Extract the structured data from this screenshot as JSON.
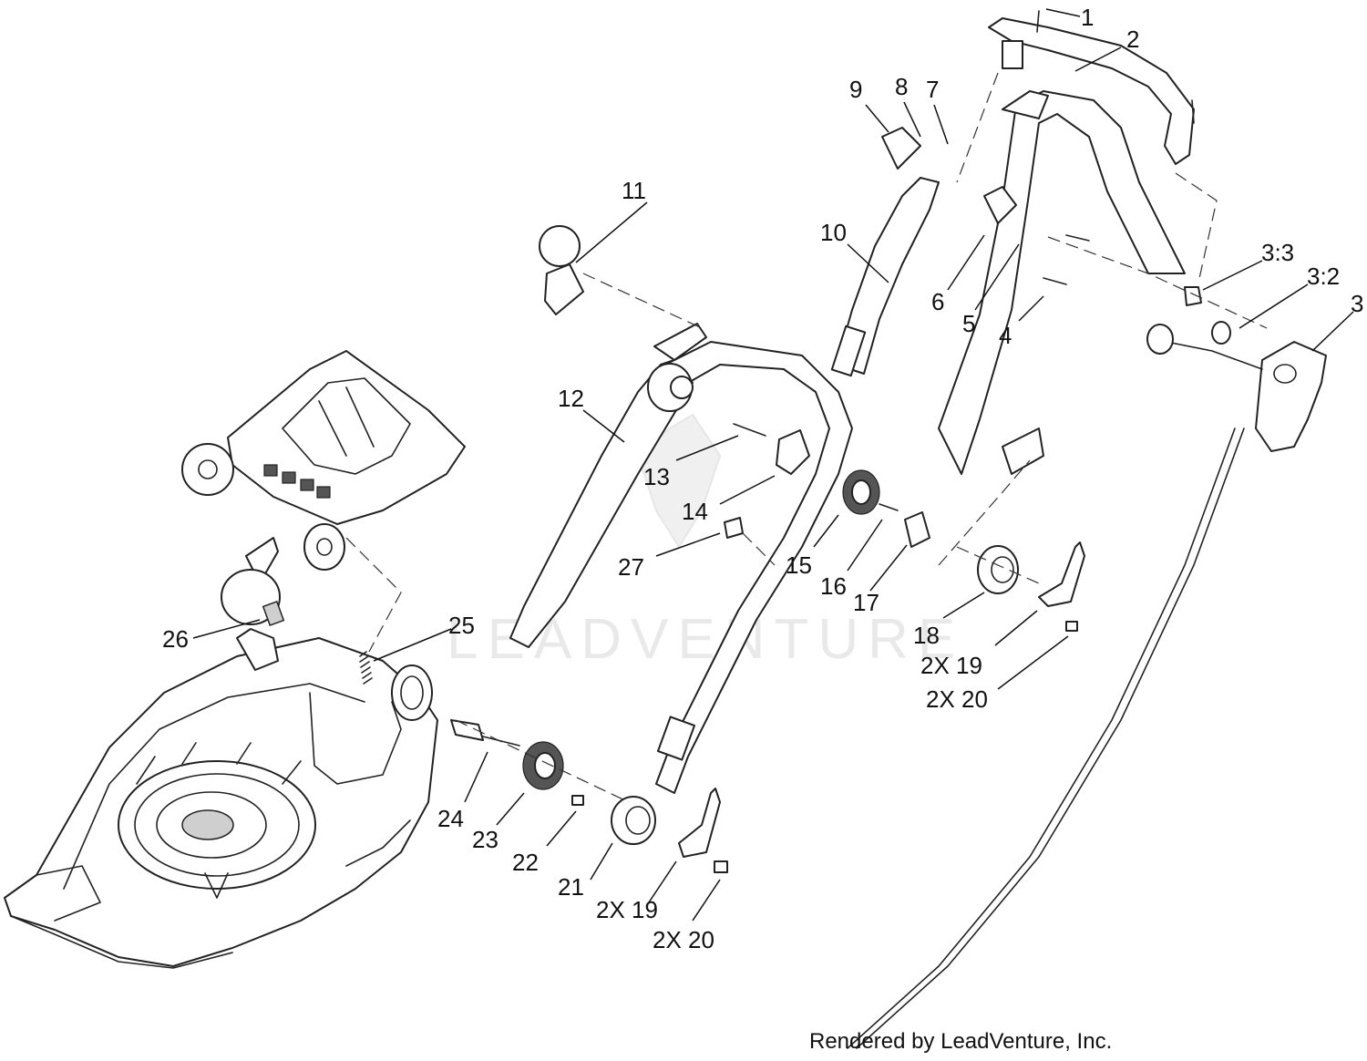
{
  "callouts": [
    {
      "id": "c1",
      "text": "1"
    },
    {
      "id": "c2",
      "text": "2"
    },
    {
      "id": "c9",
      "text": "9"
    },
    {
      "id": "c8",
      "text": "8"
    },
    {
      "id": "c7",
      "text": "7"
    },
    {
      "id": "c11",
      "text": "11"
    },
    {
      "id": "c10",
      "text": "10"
    },
    {
      "id": "c3_3",
      "text": "3:3"
    },
    {
      "id": "c3_2",
      "text": "3:2"
    },
    {
      "id": "c3",
      "text": "3"
    },
    {
      "id": "c6",
      "text": "6"
    },
    {
      "id": "c5",
      "text": "5"
    },
    {
      "id": "c4",
      "text": "4"
    },
    {
      "id": "c12",
      "text": "12"
    },
    {
      "id": "c13",
      "text": "13"
    },
    {
      "id": "c14",
      "text": "14"
    },
    {
      "id": "c27",
      "text": "27"
    },
    {
      "id": "c15",
      "text": "15"
    },
    {
      "id": "c16",
      "text": "16"
    },
    {
      "id": "c17",
      "text": "17"
    },
    {
      "id": "c18",
      "text": "18"
    },
    {
      "id": "c19a",
      "text": "2X 19"
    },
    {
      "id": "c20a",
      "text": "2X 20"
    },
    {
      "id": "c26",
      "text": "26"
    },
    {
      "id": "c25",
      "text": "25"
    },
    {
      "id": "c24",
      "text": "24"
    },
    {
      "id": "c23",
      "text": "23"
    },
    {
      "id": "c22",
      "text": "22"
    },
    {
      "id": "c21",
      "text": "21"
    },
    {
      "id": "c19b",
      "text": "2X 19"
    },
    {
      "id": "c20b",
      "text": "2X 20"
    }
  ],
  "watermark": "LEADVENTURE",
  "credit": "Rendered by LeadVenture, Inc."
}
